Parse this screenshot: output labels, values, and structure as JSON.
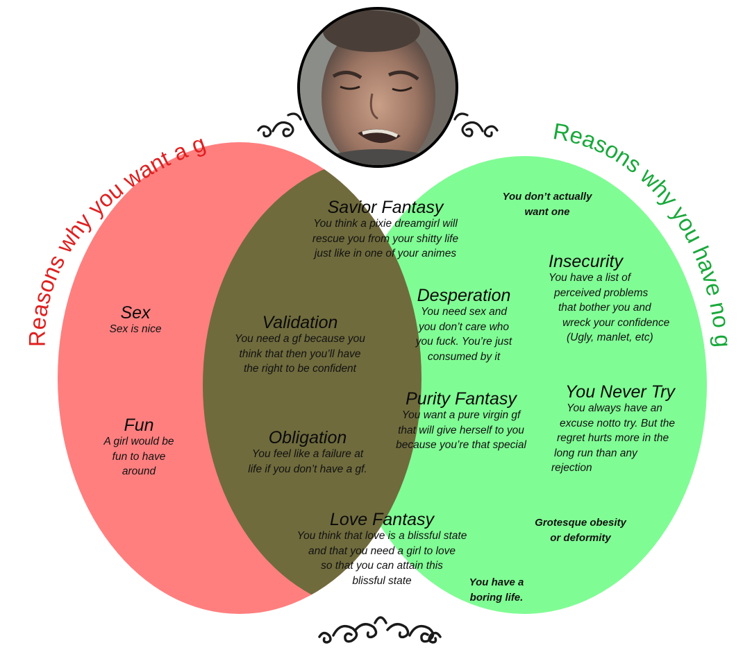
{
  "colors": {
    "left_circle": "#ff7f7f",
    "right_circle": "#80fc94",
    "overlap": "#6f6b3d",
    "left_title": "#e02020",
    "right_title": "#18a83a",
    "ornament": "#1a1a1a"
  },
  "circles": {
    "left_title": "Reasons why you want a gf",
    "right_title": "Reasons why you have no gf"
  },
  "portrait": {
    "icon": "crying-man-face-photo"
  },
  "left_only": {
    "sex_heading": "Sex",
    "sex_text": "Sex is nice",
    "fun_heading": "Fun",
    "fun_text": [
      "A girl would be",
      "fun to have",
      "around"
    ]
  },
  "overlap": {
    "savior_heading": "Savior Fantasy",
    "savior_text": [
      "You think a pixie dreamgirl will",
      "rescue you from your shitty life",
      "just like in one of your animes"
    ],
    "desperation_heading": "Desperation",
    "desperation_text": [
      "You need sex and",
      "you don’t care who",
      "you fuck. You’re just",
      "consumed by it"
    ],
    "validation_heading": "Validation",
    "validation_text": [
      "You need a gf because you",
      "think that then you’ll have",
      "the right to be confident"
    ],
    "purity_heading": "Purity Fantasy",
    "purity_text": [
      "You want a pure virgin gf",
      "that will give herself to you",
      "because you’re that special"
    ],
    "obligation_heading": "Obligation",
    "obligation_text": [
      "You feel like a failure at",
      "life if you don’t have a gf."
    ],
    "love_heading": "Love Fantasy",
    "love_text": [
      "You think that love is a blissful state",
      "and that you need a girl to love",
      "so that you can attain this",
      "blissful state"
    ]
  },
  "right_only": {
    "not_want": [
      "You don’t actually",
      "want one"
    ],
    "insecurity_heading": "Insecurity",
    "insecurity_text": [
      "You have a list of",
      "perceived problems",
      "that bother you and",
      "wreck your confidence",
      "(Ugly, manlet, etc)"
    ],
    "never_try_heading": "You Never Try",
    "never_try_text": [
      "You always have an",
      "excuse notto try. But the",
      "regret hurts more in the",
      "long run than any",
      "rejection"
    ],
    "grotesque": [
      "Grotesque obesity",
      "or deformity"
    ],
    "boring": [
      "You have a",
      "boring life."
    ]
  }
}
